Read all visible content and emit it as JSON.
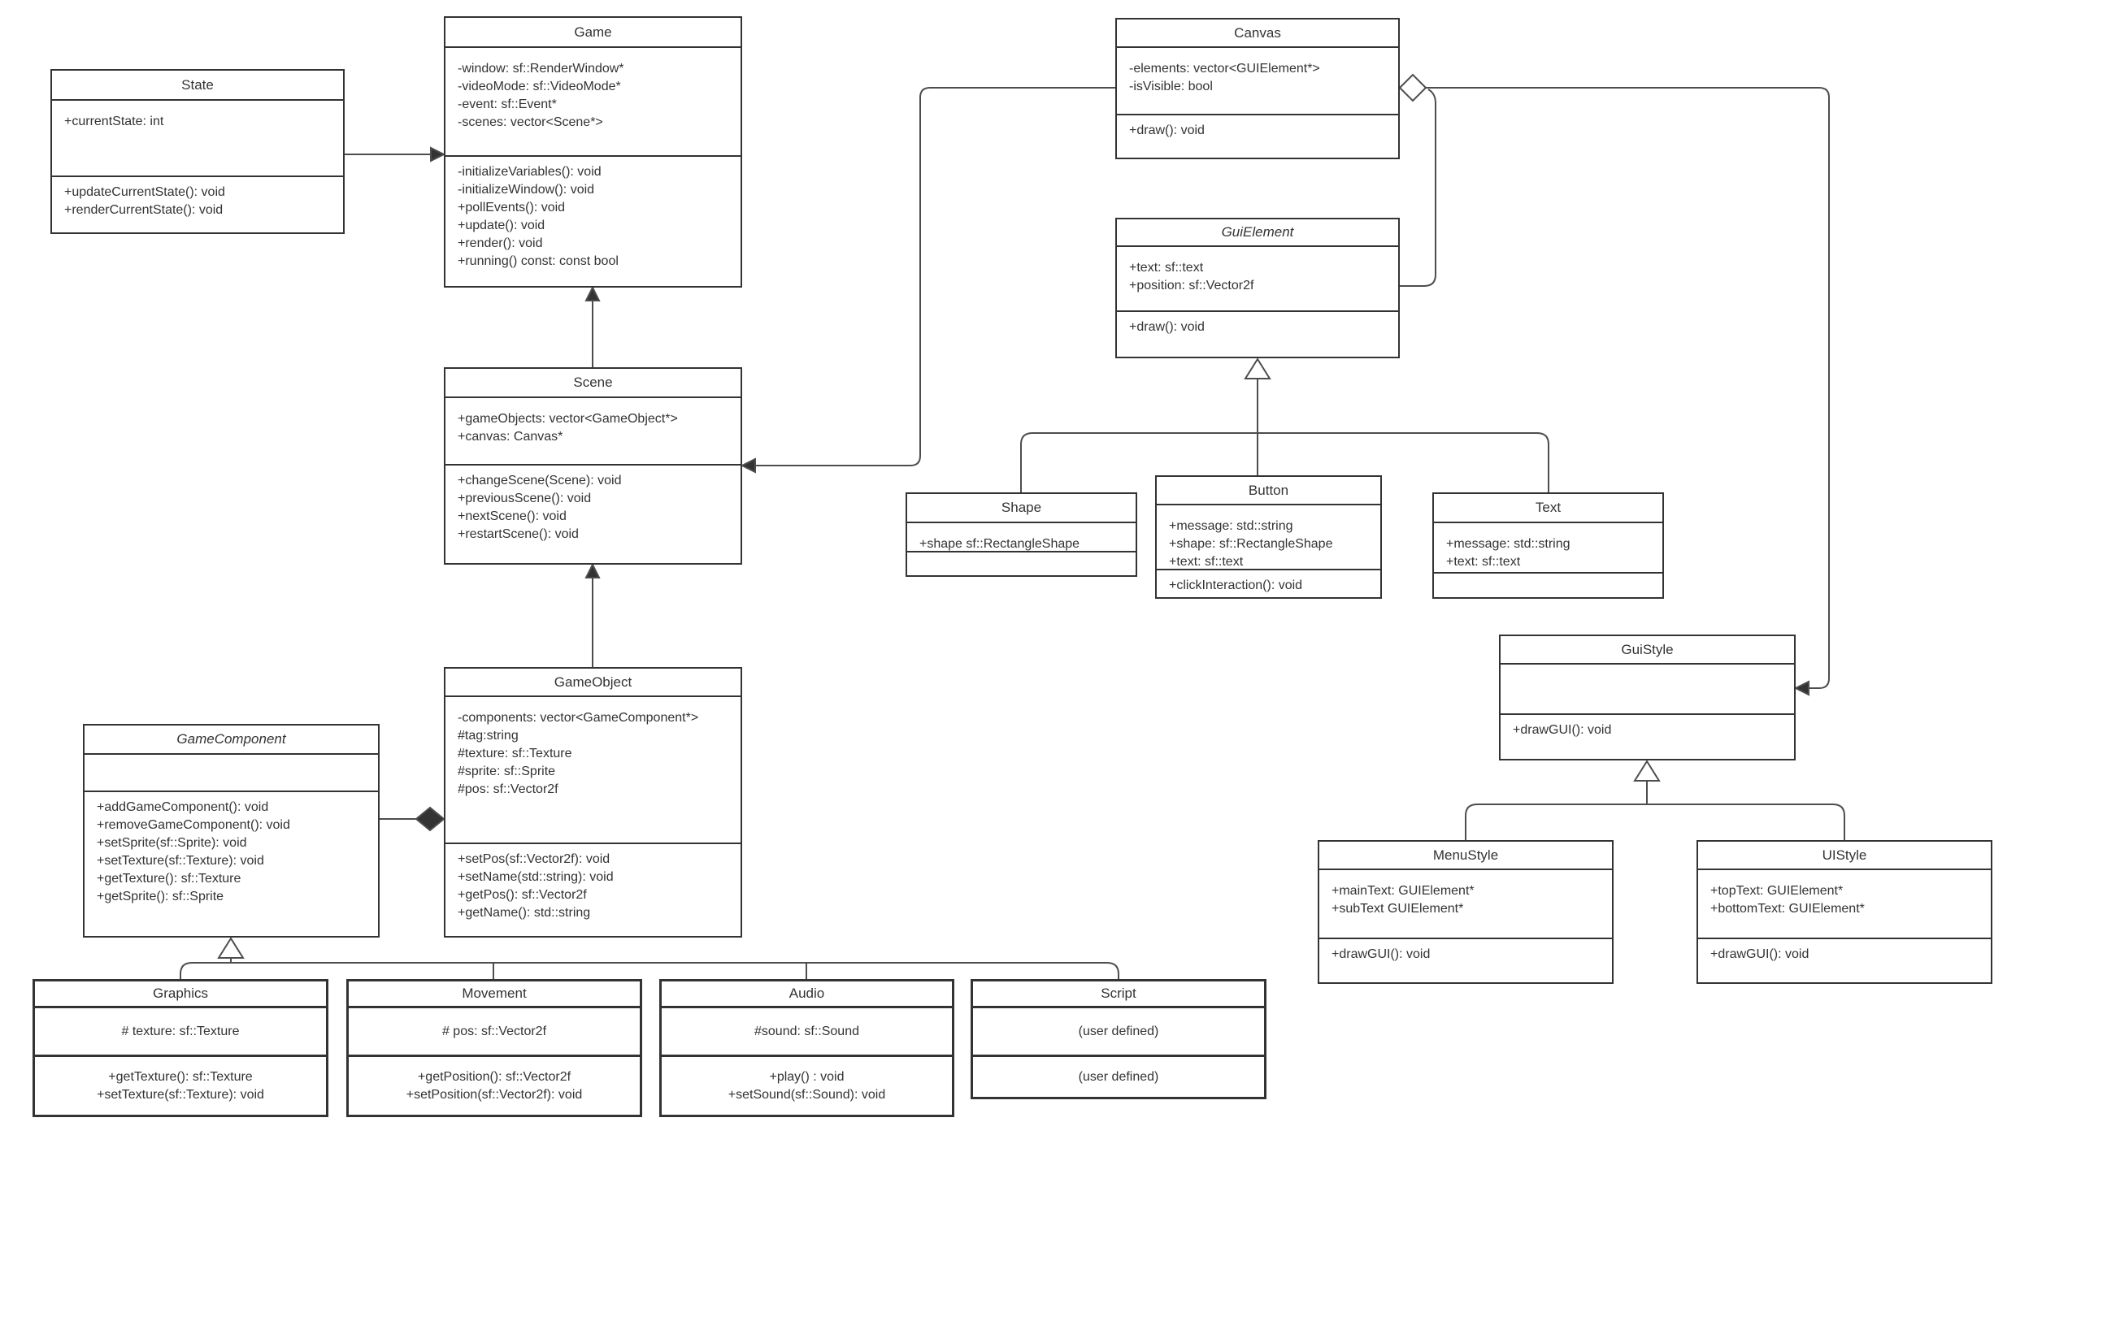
{
  "diagram": {
    "kind": "UML class diagram",
    "colors": {
      "box_border": "#333333",
      "wire": "#4d4d4d",
      "text": "#333333",
      "background": "#ffffff"
    },
    "classes": [
      {
        "id": "state",
        "name": "State",
        "abstract": false,
        "align": "left",
        "attributes": [
          "+currentState: int"
        ],
        "methods": [
          "+updateCurrentState(): void",
          "+renderCurrentState(): void"
        ]
      },
      {
        "id": "game",
        "name": "Game",
        "abstract": false,
        "align": "left",
        "attributes": [
          "-window: sf::RenderWindow*",
          "-videoMode: sf::VideoMode*",
          "-event: sf::Event*",
          "-scenes: vector<Scene*>"
        ],
        "methods": [
          "-initializeVariables(): void",
          "-initializeWindow(): void",
          "+pollEvents(): void",
          "+update(): void",
          "+render(): void",
          "+running() const: const bool"
        ]
      },
      {
        "id": "canvas",
        "name": "Canvas",
        "abstract": false,
        "align": "left",
        "attributes": [
          "-elements: vector<GUIElement*>",
          "-isVisible: bool"
        ],
        "methods": [
          "+draw(): void"
        ]
      },
      {
        "id": "guielement",
        "name": "GuiElement",
        "abstract": true,
        "align": "left",
        "attributes": [
          "+text: sf::text",
          "+position: sf::Vector2f"
        ],
        "methods": [
          "+draw(): void"
        ]
      },
      {
        "id": "scene",
        "name": "Scene",
        "abstract": false,
        "align": "left",
        "attributes": [
          "+gameObjects: vector<GameObject*>",
          "+canvas: Canvas*"
        ],
        "methods": [
          "+changeScene(Scene): void",
          "+previousScene(): void",
          "+nextScene(): void",
          "+restartScene(): void"
        ]
      },
      {
        "id": "gameobject",
        "name": "GameObject",
        "abstract": false,
        "align": "left",
        "attributes": [
          "-components: vector<GameComponent*>",
          "#tag:string",
          "#texture: sf::Texture",
          "#sprite: sf::Sprite",
          "#pos: sf::Vector2f"
        ],
        "methods": [
          "+setPos(sf::Vector2f): void",
          "+setName(std::string): void",
          "+getPos(): sf::Vector2f",
          "+getName(): std::string"
        ]
      },
      {
        "id": "gamecomponent",
        "name": "GameComponent",
        "abstract": true,
        "align": "left",
        "attributes": [],
        "methods": [
          "+addGameComponent(): void",
          "+removeGameComponent(): void",
          "+setSprite(sf::Sprite): void",
          "+setTexture(sf::Texture): void",
          "+getTexture(): sf::Texture",
          "+getSprite(): sf::Sprite"
        ]
      },
      {
        "id": "shape",
        "name": "Shape",
        "abstract": false,
        "align": "left",
        "attributes": [
          "+shape sf::RectangleShape"
        ],
        "methods": []
      },
      {
        "id": "button",
        "name": "Button",
        "abstract": false,
        "align": "left",
        "attributes": [
          "+message: std::string",
          "+shape: sf::RectangleShape",
          "+text: sf::text"
        ],
        "methods": [
          "+clickInteraction(): void"
        ]
      },
      {
        "id": "text",
        "name": "Text",
        "abstract": false,
        "align": "left",
        "attributes": [
          "+message: std::string",
          "+text: sf::text"
        ],
        "methods": []
      },
      {
        "id": "guistyle",
        "name": "GuiStyle",
        "abstract": false,
        "align": "left",
        "attributes": [],
        "methods": [
          "+drawGUI(): void"
        ]
      },
      {
        "id": "menustyle",
        "name": "MenuStyle",
        "abstract": false,
        "align": "left",
        "attributes": [
          "+mainText: GUIElement*",
          "+subText GUIElement*"
        ],
        "methods": [
          "+drawGUI(): void"
        ]
      },
      {
        "id": "uistyle",
        "name": "UIStyle",
        "abstract": false,
        "align": "left",
        "attributes": [
          "+topText: GUIElement*",
          "+bottomText: GUIElement*"
        ],
        "methods": [
          "+drawGUI(): void"
        ]
      },
      {
        "id": "graphics",
        "name": "Graphics",
        "abstract": false,
        "align": "center",
        "attributes": [
          "# texture: sf::Texture"
        ],
        "methods": [
          "+getTexture(): sf::Texture",
          "+setTexture(sf::Texture): void"
        ]
      },
      {
        "id": "movement",
        "name": "Movement",
        "abstract": false,
        "align": "center",
        "attributes": [
          "# pos: sf::Vector2f"
        ],
        "methods": [
          "+getPosition(): sf::Vector2f",
          "+setPosition(sf::Vector2f): void"
        ]
      },
      {
        "id": "audio",
        "name": "Audio",
        "abstract": false,
        "align": "center",
        "attributes": [
          "#sound: sf::Sound"
        ],
        "methods": [
          "+play() : void",
          "+setSound(sf::Sound): void"
        ]
      },
      {
        "id": "script",
        "name": "Script",
        "abstract": false,
        "align": "center",
        "attributes": [
          "(user defined)"
        ],
        "methods": [
          "(user defined)"
        ]
      }
    ],
    "relationships": [
      {
        "from": "State",
        "to": "Game",
        "type": "directed-association"
      },
      {
        "from": "Scene",
        "to": "Game",
        "type": "directed-association"
      },
      {
        "from": "GameObject",
        "to": "Scene",
        "type": "directed-association"
      },
      {
        "from": "Canvas",
        "to": "Scene",
        "type": "directed-association"
      },
      {
        "from": "GuiElement",
        "to": "Canvas",
        "type": "aggregation"
      },
      {
        "from": "Canvas",
        "to": "GuiStyle",
        "type": "directed-association"
      },
      {
        "from": "Shape",
        "to": "GuiElement",
        "type": "generalization"
      },
      {
        "from": "Button",
        "to": "GuiElement",
        "type": "generalization"
      },
      {
        "from": "Text",
        "to": "GuiElement",
        "type": "generalization"
      },
      {
        "from": "MenuStyle",
        "to": "GuiStyle",
        "type": "generalization"
      },
      {
        "from": "UIStyle",
        "to": "GuiStyle",
        "type": "generalization"
      },
      {
        "from": "GameComponent",
        "to": "GameObject",
        "type": "composition"
      },
      {
        "from": "Graphics",
        "to": "GameComponent",
        "type": "generalization"
      },
      {
        "from": "Movement",
        "to": "GameComponent",
        "type": "generalization"
      },
      {
        "from": "Audio",
        "to": "GameComponent",
        "type": "generalization"
      },
      {
        "from": "Script",
        "to": "GameComponent",
        "type": "generalization"
      }
    ]
  }
}
